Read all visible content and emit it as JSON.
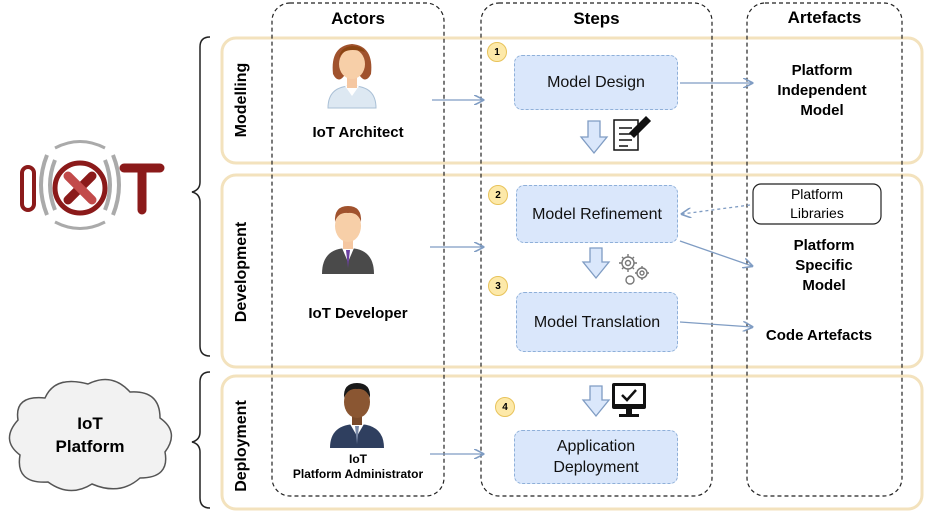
{
  "columns": {
    "actors": "Actors",
    "steps": "Steps",
    "artefacts": "Artefacts"
  },
  "bands": {
    "modelling": "Modelling",
    "development": "Development",
    "deployment": "Deployment"
  },
  "logo": {
    "text": "IOT"
  },
  "cloud": {
    "line1": "IoT",
    "line2": "Platform"
  },
  "actors": {
    "architect": "IoT Architect",
    "developer": "IoT Developer",
    "admin_line1": "IoT",
    "admin_line2": "Platform Administrator"
  },
  "steps": {
    "s1": {
      "num": "1",
      "label": "Model Design"
    },
    "s2": {
      "num": "2",
      "label": "Model Refinement"
    },
    "s3": {
      "num": "3",
      "label": "Model Translation"
    },
    "s4": {
      "num": "4",
      "label_line1": "Application",
      "label_line2": "Deployment"
    }
  },
  "artefacts": {
    "pim_l1": "Platform",
    "pim_l2": "Independent",
    "pim_l3": "Model",
    "libs_l1": "Platform",
    "libs_l2": "Libraries",
    "psm_l1": "Platform",
    "psm_l2": "Specific",
    "psm_l3": "Model",
    "code": "Code Artefacts"
  },
  "colors": {
    "band_border": "#f3e2bd",
    "step_fill": "#dae7fb",
    "arrow": "#7f9cc3",
    "logo": "#8b1a1a"
  },
  "icons": [
    "document-edit-icon",
    "gears-icon",
    "monitor-check-icon",
    "down-arrow-icon"
  ]
}
